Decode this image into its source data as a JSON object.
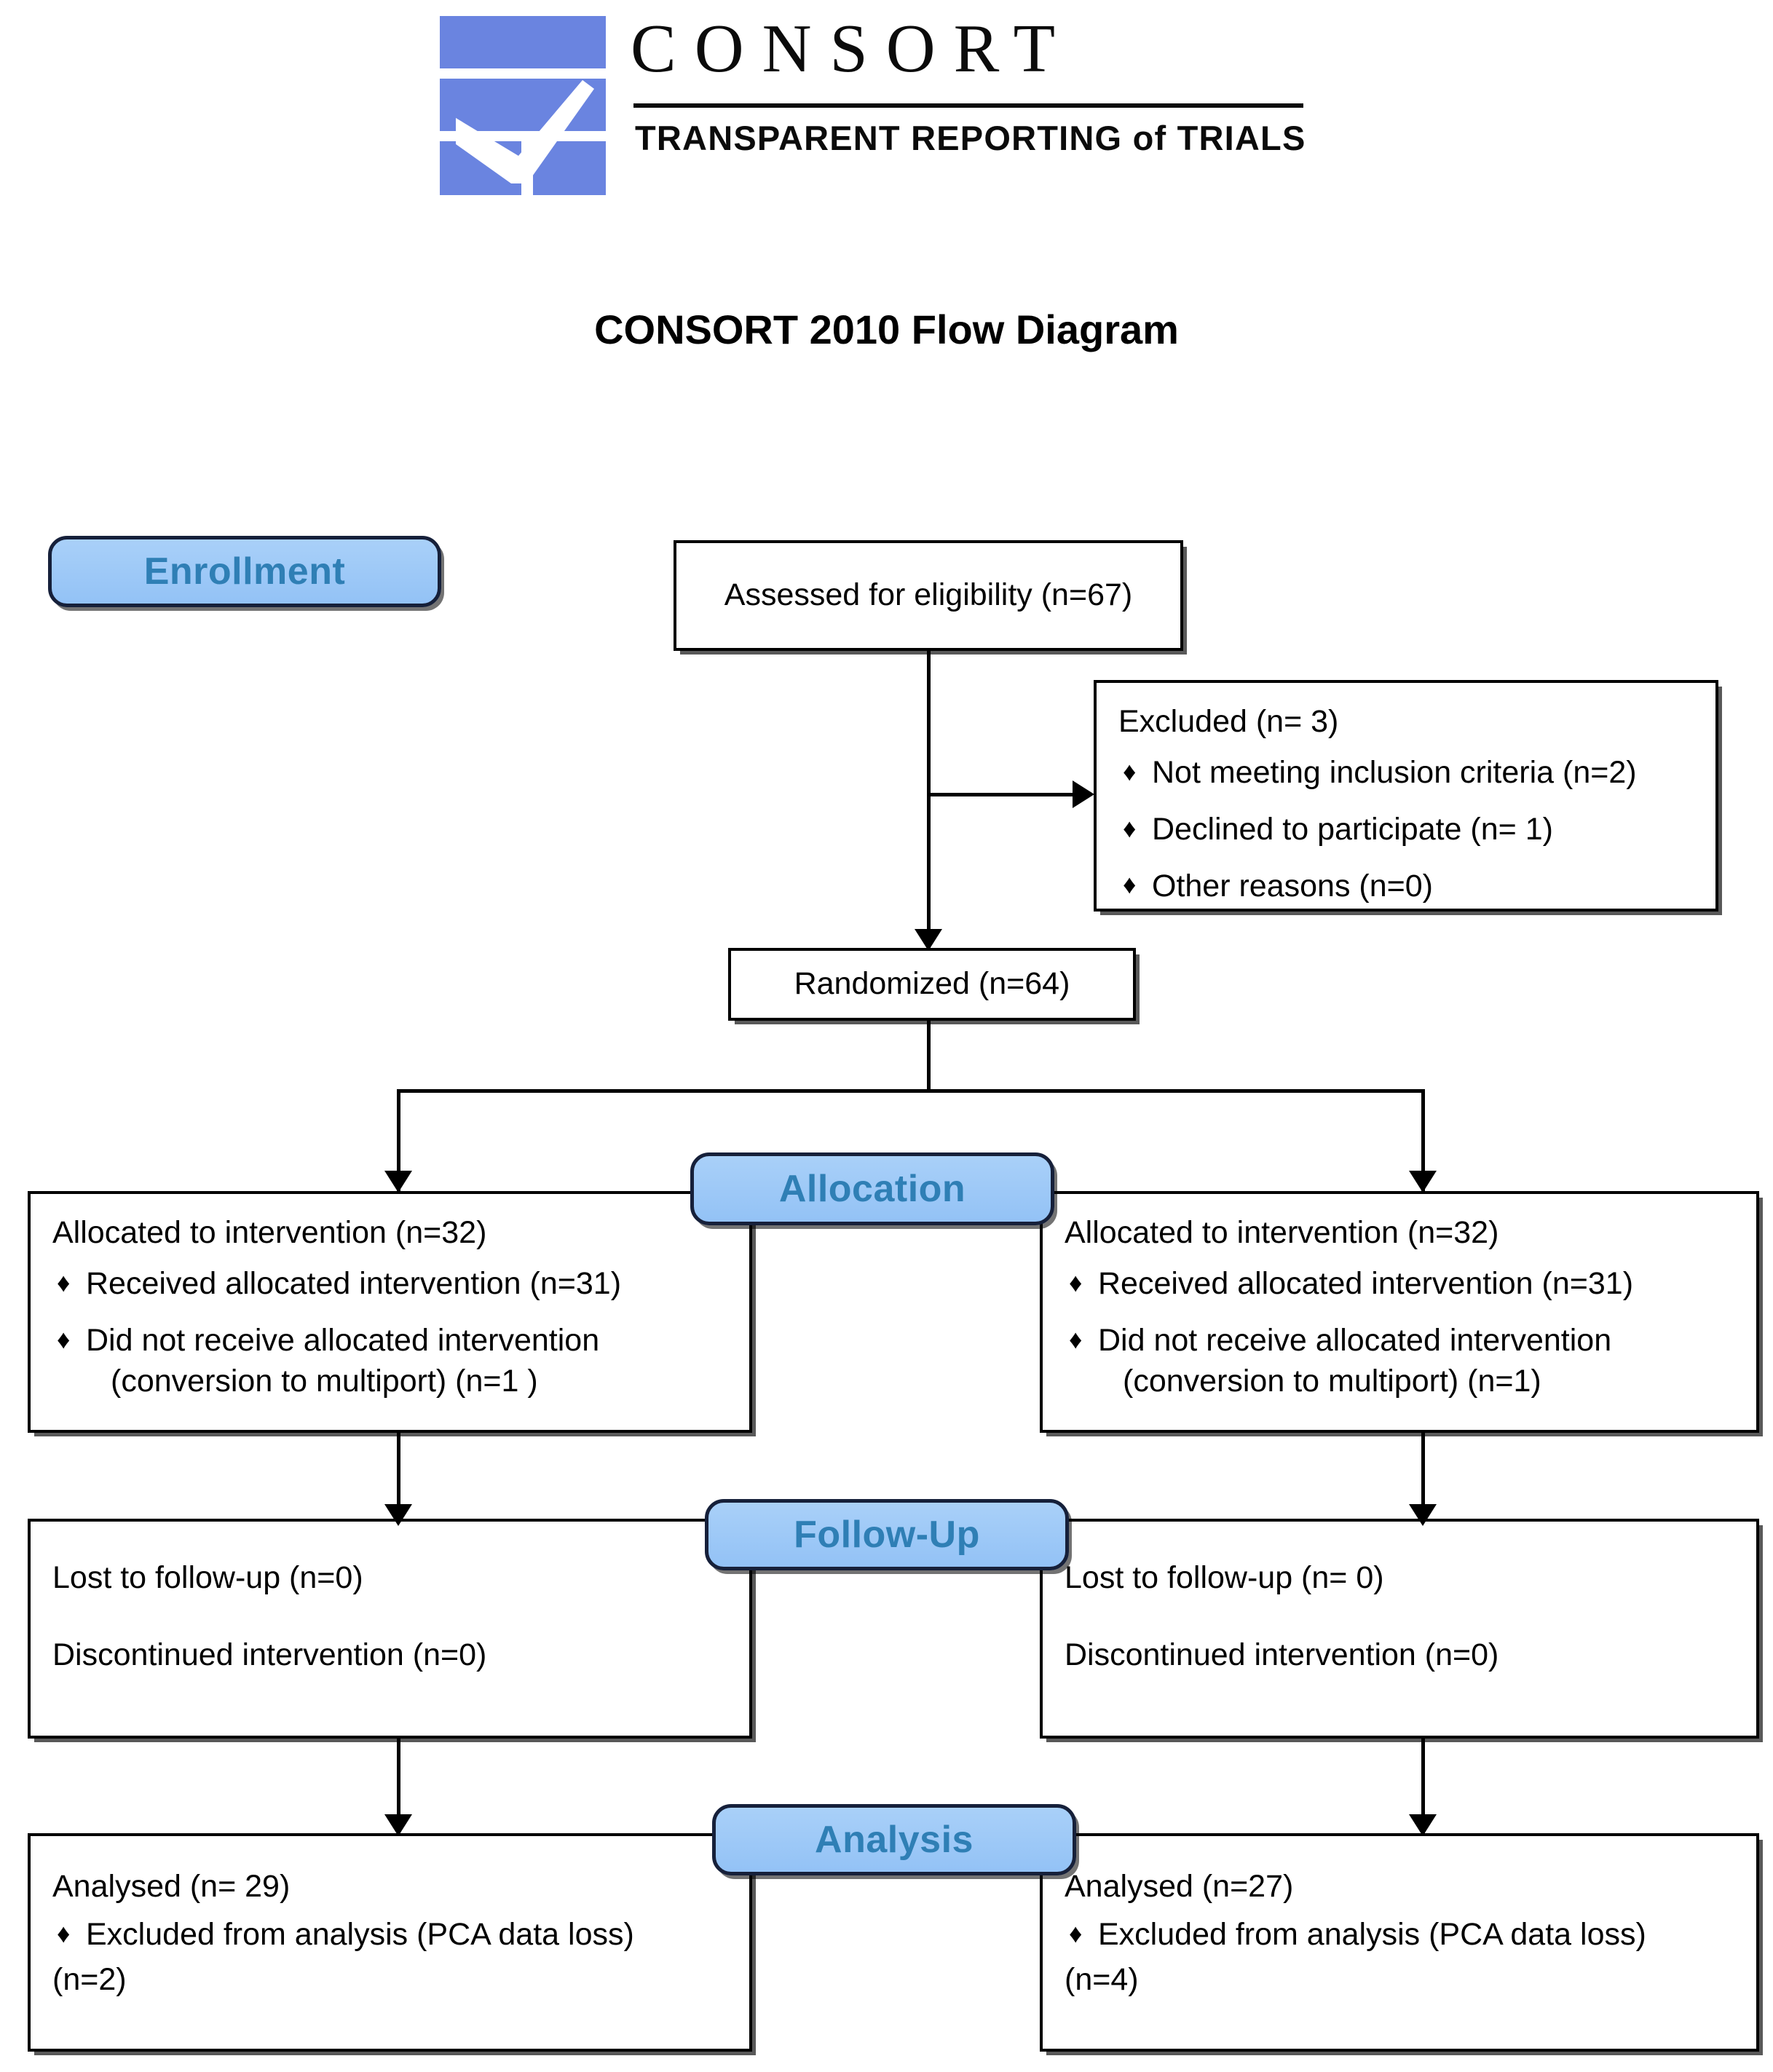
{
  "header": {
    "logo_word": "CONSORT",
    "logo_tagline_main": "TRANSPARENT REPORTING",
    "logo_tagline_of": "of",
    "logo_tagline_end": "TRIALS",
    "logo_color": "#6a84e0"
  },
  "title": "CONSORT 2010 Flow Diagram",
  "stages": {
    "enrollment": "Enrollment",
    "allocation": "Allocation",
    "followup": "Follow-Up",
    "analysis": "Analysis"
  },
  "colors": {
    "badge_fill": "#9ec9f7",
    "badge_text": "#2f7fb5",
    "badge_border": "#16203a",
    "box_border": "#000000"
  },
  "boxes": {
    "assessed": {
      "text": "Assessed for eligibility (n=67)"
    },
    "excluded": {
      "heading": "Excluded  (n= 3)",
      "items": [
        "Not meeting inclusion criteria (n=2)",
        "Declined to participate (n= 1)",
        "Other reasons (n=0)"
      ]
    },
    "randomized": {
      "text": "Randomized (n=64)"
    },
    "alloc_left": {
      "heading": "Allocated to intervention (n=32)",
      "items": [
        {
          "main": "Received allocated intervention (n=31)",
          "cont": ""
        },
        {
          "main": "Did not receive allocated intervention",
          "cont": "(conversion to multiport) (n=1 )"
        }
      ]
    },
    "alloc_right": {
      "heading": "Allocated to intervention (n=32)",
      "items": [
        {
          "main": "Received allocated intervention (n=31)",
          "cont": ""
        },
        {
          "main": "Did not receive allocated intervention",
          "cont": "(conversion to multiport) (n=1)"
        }
      ]
    },
    "follow_left": {
      "line1": "Lost to follow-up (n=0)",
      "line2": "Discontinued intervention (n=0)"
    },
    "follow_right": {
      "line1": "Lost to follow-up (n= 0)",
      "line2": "Discontinued intervention (n=0)"
    },
    "analysis_left": {
      "heading": "Analysed  (n= 29)",
      "bullet": "Excluded from analysis (PCA data loss)",
      "tail": "(n=2)"
    },
    "analysis_right": {
      "heading": "Analysed  (n=27)",
      "bullet": "Excluded from analysis (PCA data loss)",
      "tail": "(n=4)"
    }
  },
  "flow_data": {
    "type": "consort-flow",
    "assessed_n": 67,
    "excluded_n": 3,
    "excluded_reasons": [
      {
        "label": "Not meeting inclusion criteria",
        "n": 2
      },
      {
        "label": "Declined to participate",
        "n": 1
      },
      {
        "label": "Other reasons",
        "n": 0
      }
    ],
    "randomized_n": 64,
    "arms": [
      {
        "side": "left",
        "allocated_n": 32,
        "received_n": 31,
        "did_not_receive_n": 1,
        "lost_to_followup_n": 0,
        "discontinued_n": 0,
        "analysed_n": 29,
        "excluded_from_analysis_n": 2
      },
      {
        "side": "right",
        "allocated_n": 32,
        "received_n": 31,
        "did_not_receive_n": 1,
        "lost_to_followup_n": 0,
        "discontinued_n": 0,
        "analysed_n": 27,
        "excluded_from_analysis_n": 4
      }
    ]
  },
  "glyphs": {
    "diamond": "♦"
  }
}
